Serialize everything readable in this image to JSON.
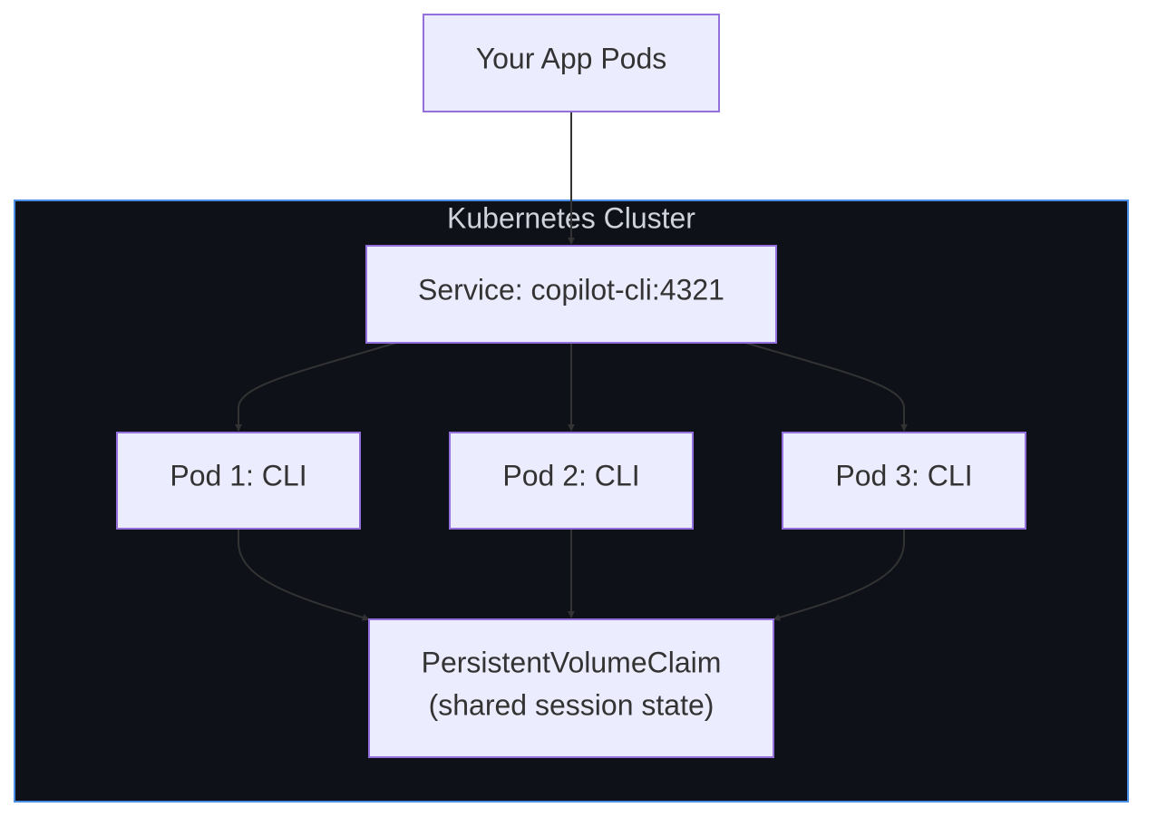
{
  "diagram": {
    "cluster": {
      "label": "Kubernetes Cluster"
    },
    "nodes": {
      "app_pods": {
        "label": "Your App Pods"
      },
      "service": {
        "label": "Service: copilot-cli:4321"
      },
      "pod1": {
        "label": "Pod 1: CLI"
      },
      "pod2": {
        "label": "Pod 2: CLI"
      },
      "pod3": {
        "label": "Pod 3: CLI"
      },
      "pvc": {
        "label_line1": "PersistentVolumeClaim",
        "label_line2": "(shared session state)"
      }
    },
    "edges": [
      {
        "from": "Your App Pods",
        "to": "Service: copilot-cli:4321"
      },
      {
        "from": "Service: copilot-cli:4321",
        "to": "Pod 1: CLI"
      },
      {
        "from": "Service: copilot-cli:4321",
        "to": "Pod 2: CLI"
      },
      {
        "from": "Service: copilot-cli:4321",
        "to": "Pod 3: CLI"
      },
      {
        "from": "Pod 1: CLI",
        "to": "PersistentVolumeClaim"
      },
      {
        "from": "Pod 2: CLI",
        "to": "PersistentVolumeClaim"
      },
      {
        "from": "Pod 3: CLI",
        "to": "PersistentVolumeClaim"
      }
    ],
    "colors": {
      "node_fill": "#ececff",
      "node_stroke": "#9370db",
      "cluster_fill": "#0e1118",
      "cluster_stroke": "#4a8ee8",
      "edge": "#333333"
    }
  }
}
